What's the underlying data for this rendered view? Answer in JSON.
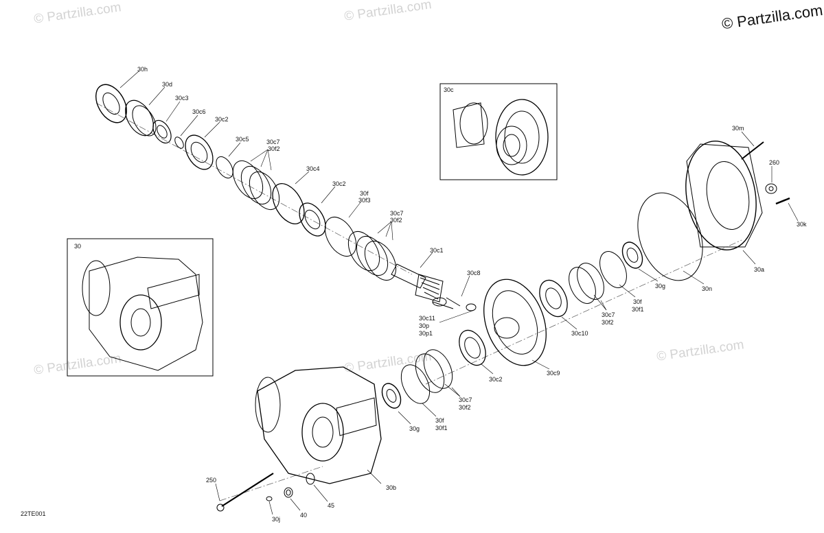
{
  "brand_watermark": "© Partzilla.com",
  "watermarks": [
    "© Partzilla.com",
    "© Partzilla.com",
    "© Partzilla.com",
    "© Partzilla.com",
    "© Partzilla.com"
  ],
  "diagram_code": "22TE001",
  "inset_labels": {
    "main_housing": "30",
    "gear_set": "30c"
  },
  "labels": {
    "l30h": "30h",
    "l30d": "30d",
    "l30c3": "30c3",
    "l30c6": "30c6",
    "l30c2a": "30c2",
    "l30c5": "30c5",
    "l30c7a": "30c7",
    "l30f2a": "30f2",
    "l30c4": "30c4",
    "l30c2b": "30c2",
    "l30f_a": "30f",
    "l30f3": "30f3",
    "l30c7b": "30c7",
    "l30f2b": "30f2",
    "l30c1": "30c1",
    "l30c8": "30c8",
    "l30c11": "30c11",
    "l30p": "30p",
    "l30p1": "30p1",
    "l30m": "30m",
    "l260": "260",
    "l30k": "30k",
    "l30a": "30a",
    "l30n": "30n",
    "l30g_a": "30g",
    "l30f_b": "30f",
    "l30f1_a": "30f1",
    "l30c7c": "30c7",
    "l30f2c": "30f2",
    "l30c10": "30c10",
    "l30c9": "30c9",
    "l30c2c": "30c2",
    "l30c7d": "30c7",
    "l30f2d": "30f2",
    "l30f_c": "30f",
    "l30f1_b": "30f1",
    "l30g_b": "30g",
    "l30b": "30b",
    "l250": "250",
    "l30j": "30j",
    "l40": "40",
    "l45": "45"
  }
}
